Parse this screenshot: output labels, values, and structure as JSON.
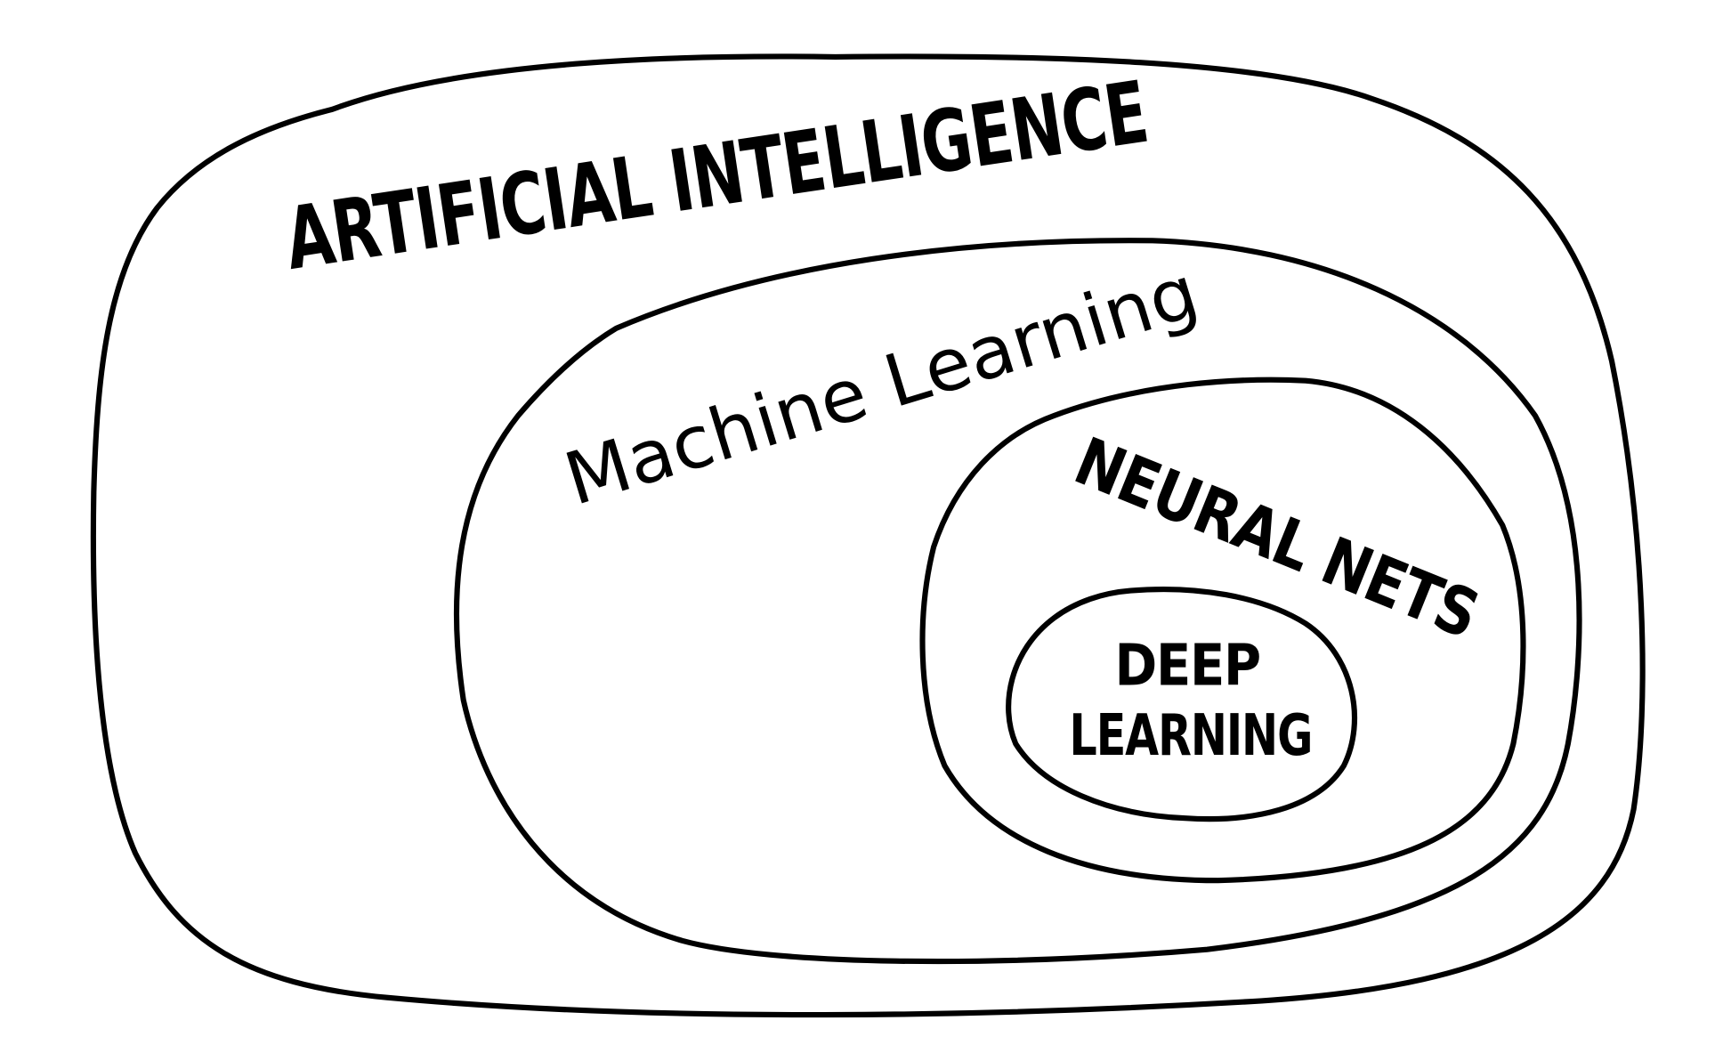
{
  "diagram": {
    "title": "Nested sets of AI fields",
    "sets": [
      {
        "id": "ai",
        "label": "ARTIFICIAL INTELLIGENCE"
      },
      {
        "id": "ml",
        "label": "Machine Learning"
      },
      {
        "id": "nn",
        "label": "NEURAL NETS"
      },
      {
        "id": "dl",
        "label_line1": "DEEP",
        "label_line2": "LEARNING"
      }
    ],
    "stroke_color": "#000000",
    "background_color": "#ffffff"
  }
}
